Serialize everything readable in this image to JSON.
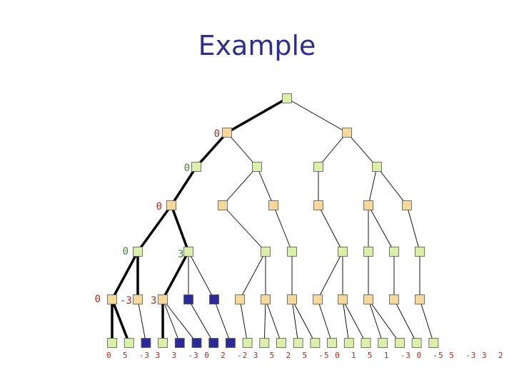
{
  "slide": {
    "title": "Example"
  },
  "colors": {
    "title": "#2e2e8f",
    "max_node": "#f5d89a",
    "min_node": "#d8f0a8",
    "pruned_node": "#2a2a9a",
    "node_border": "#555555",
    "label_green": "#3a8a2a",
    "label_red": "#a23020",
    "leaf_text": "#a23020",
    "edge": "#000000"
  },
  "tree": {
    "node_labels": {
      "d1_0": "0",
      "d2_0": "0",
      "d3_0": "0",
      "d4_0": "0",
      "d4_1": "3",
      "d5_0": "0",
      "d5_1": "-3",
      "d5_2": "3"
    },
    "leaf_values_text": "0  5  -3 3  3  -3 0  2  -2 3  5  2  5  -5 0  1  5  1  -3 0  -5 5  -3 3  2"
  }
}
